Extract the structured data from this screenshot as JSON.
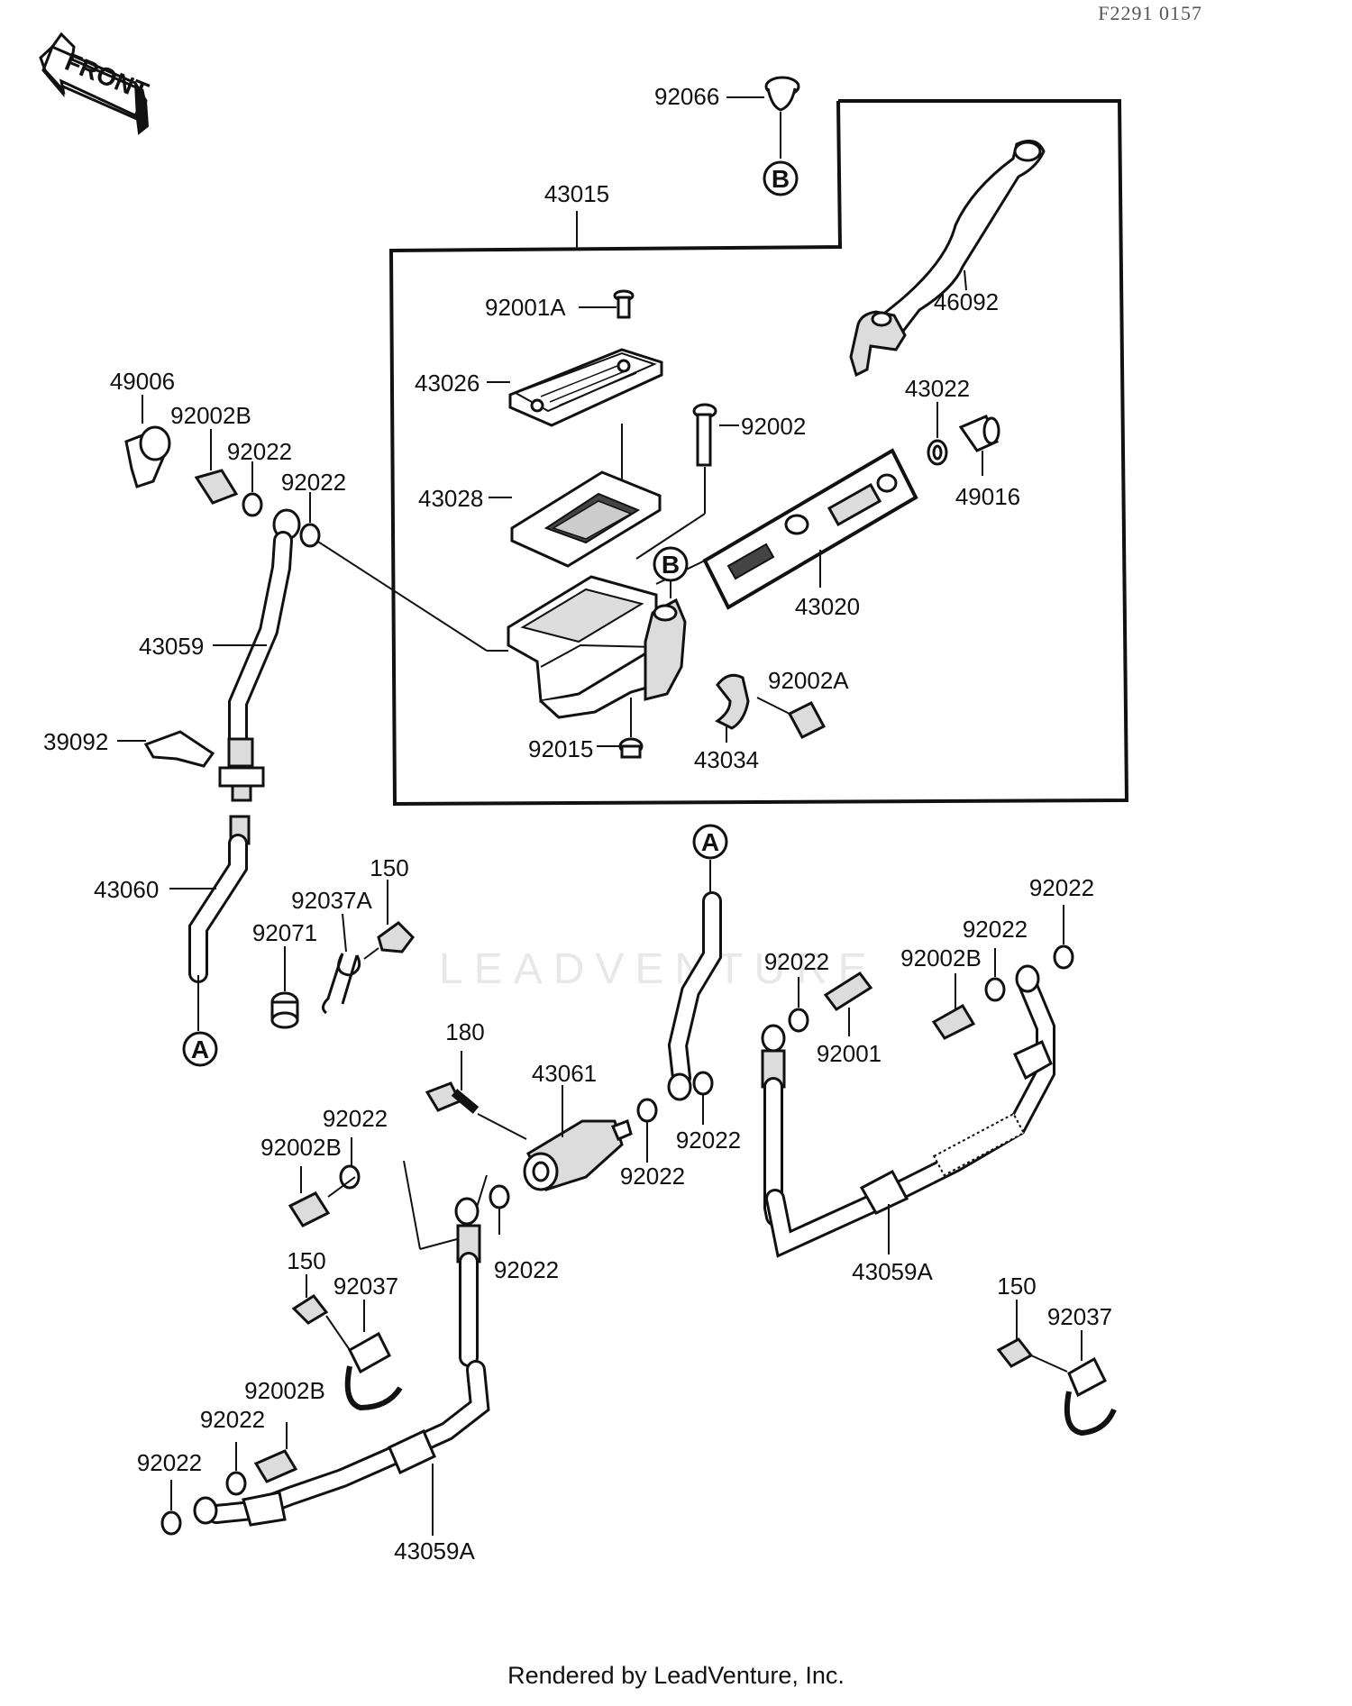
{
  "diagram_code": "F2291 0157",
  "front_label": "FRONT",
  "watermark": "LEADVENTURE",
  "footer": "Rendered by LeadVenture, Inc.",
  "ref_markers": [
    "A",
    "A",
    "B",
    "B"
  ],
  "labels": {
    "p92066": "92066",
    "p43015": "43015",
    "p46092": "46092",
    "p92001A": "92001A",
    "p43026": "43026",
    "p92002": "92002",
    "p43022": "43022",
    "p49016": "49016",
    "p43028": "43028",
    "p43020": "43020",
    "p92002A": "92002A",
    "p92015": "92015",
    "p43034": "43034",
    "p49006": "49006",
    "p92002B_a": "92002B",
    "p92022_a": "92022",
    "p92022_b": "92022",
    "p43059": "43059",
    "p39092": "39092",
    "p43060": "43060",
    "p150_a": "150",
    "p92037A": "92037A",
    "p92071": "92071",
    "p180": "180",
    "p43061": "43061",
    "p92022_c": "92022",
    "p92002B_b": "92002B",
    "p92022_d": "92022",
    "p92022_e": "92022",
    "p92022_f": "92022",
    "p92022_g": "92022",
    "p92001": "92001",
    "p92002B_c": "92002B",
    "p92022_h": "92022",
    "p92022_i": "92022",
    "p43059A_a": "43059A",
    "p150_b": "150",
    "p92037_a": "92037",
    "p92002B_d": "92002B",
    "p92022_j": "92022",
    "p92022_k": "92022",
    "p43059A_b": "43059A",
    "p150_c": "150",
    "p92037_b": "92037"
  }
}
